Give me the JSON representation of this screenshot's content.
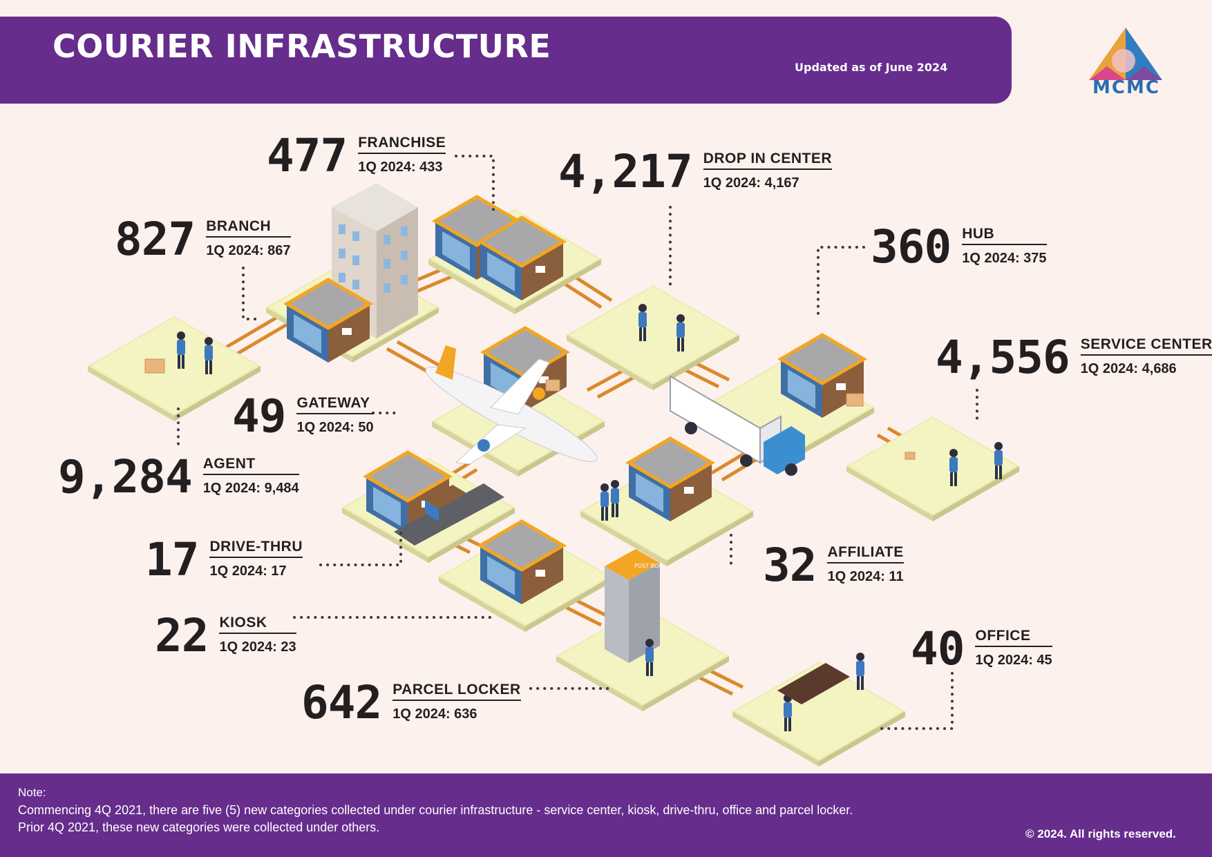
{
  "header": {
    "title": "COURIER INFRASTRUCTURE",
    "updated": "Updated as of June 2024",
    "logo_text": "MCMC"
  },
  "colors": {
    "header_bg": "#662d8c",
    "background": "#fdf1ee",
    "tile": "#f4f3bf",
    "road": "#d98a2a",
    "number_text": "#231f20"
  },
  "stats": {
    "franchise": {
      "value": "477",
      "name": "FRANCHISE",
      "prev": "1Q 2024: 433"
    },
    "drop_in_center": {
      "value": "4,217",
      "name": "DROP IN CENTER",
      "prev": "1Q 2024: 4,167"
    },
    "branch": {
      "value": "827",
      "name": "BRANCH",
      "prev": "1Q 2024: 867"
    },
    "hub": {
      "value": "360",
      "name": "HUB",
      "prev": "1Q 2024: 375"
    },
    "service_center": {
      "value": "4,556",
      "name": "SERVICE CENTER",
      "prev": "1Q 2024: 4,686"
    },
    "gateway": {
      "value": "49",
      "name": "GATEWAY",
      "prev": "1Q 2024: 50"
    },
    "agent": {
      "value": "9,284",
      "name": "AGENT",
      "prev": "1Q 2024: 9,484"
    },
    "drive_thru": {
      "value": "17",
      "name": "DRIVE-THRU",
      "prev": "1Q 2024: 17"
    },
    "affiliate": {
      "value": "32",
      "name": "AFFILIATE",
      "prev": "1Q 2024: 11"
    },
    "kiosk": {
      "value": "22",
      "name": "KIOSK",
      "prev": "1Q 2024: 23"
    },
    "office": {
      "value": "40",
      "name": "OFFICE",
      "prev": "1Q 2024: 45"
    },
    "parcel_locker": {
      "value": "642",
      "name": "PARCEL LOCKER",
      "prev": "1Q 2024: 636"
    }
  },
  "illustration": {
    "post_box_label": "POST BOX"
  },
  "footer": {
    "note_label": "Note:",
    "note_line1": "Commencing 4Q 2021, there are five (5) new categories collected under courier infrastructure - service center, kiosk, drive-thru, office and parcel locker.",
    "note_line2": "Prior 4Q 2021, these new categories were collected under others.",
    "copyright": "© 2024. All rights reserved."
  }
}
